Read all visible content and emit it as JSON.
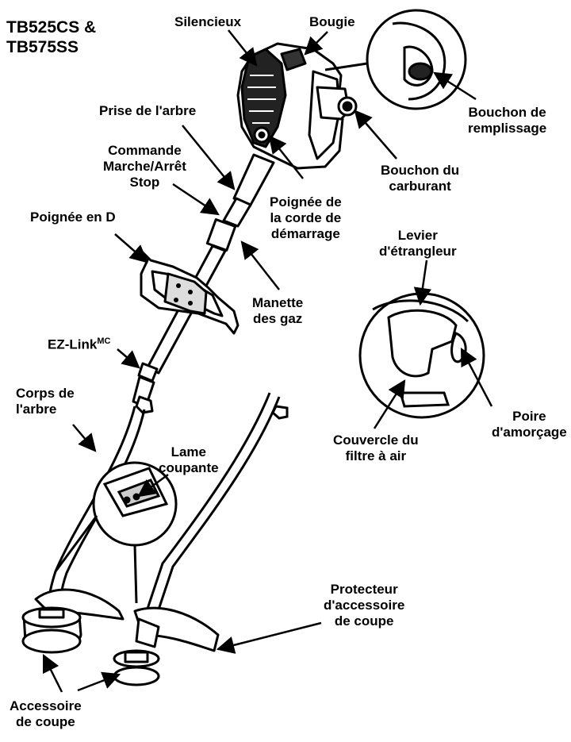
{
  "model": [
    "TB525CS &",
    "TB575SS"
  ],
  "labels": {
    "silencieux": [
      "Silencieux"
    ],
    "bougie": [
      "Bougie"
    ],
    "bouchon_remplissage": [
      "Bouchon de",
      "remplissage"
    ],
    "prise_arbre": [
      "Prise de l'arbre"
    ],
    "commande": [
      "Commande",
      "Marche/Arrêt",
      "Stop"
    ],
    "bouchon_carburant": [
      "Bouchon du",
      "carburant"
    ],
    "poignee_corde": [
      "Poignée de",
      "la corde de",
      "démarrage"
    ],
    "poignee_d": [
      "Poignée en D"
    ],
    "levier": [
      "Levier",
      "d'étrangleur"
    ],
    "manette": [
      "Manette",
      "des gaz"
    ],
    "ezlink": "EZ-Link",
    "ezlink_sup": "MC",
    "corps": [
      "Corps de",
      "l'arbre"
    ],
    "lame": [
      "Lame",
      "coupante"
    ],
    "couvercle": [
      "Couvercle du",
      "filtre à air"
    ],
    "poire": [
      "Poire",
      "d'amorçage"
    ],
    "protecteur": [
      "Protecteur",
      "d'accessoire",
      "de coupe"
    ],
    "accessoire": [
      "Accessoire",
      "de coupe"
    ]
  }
}
